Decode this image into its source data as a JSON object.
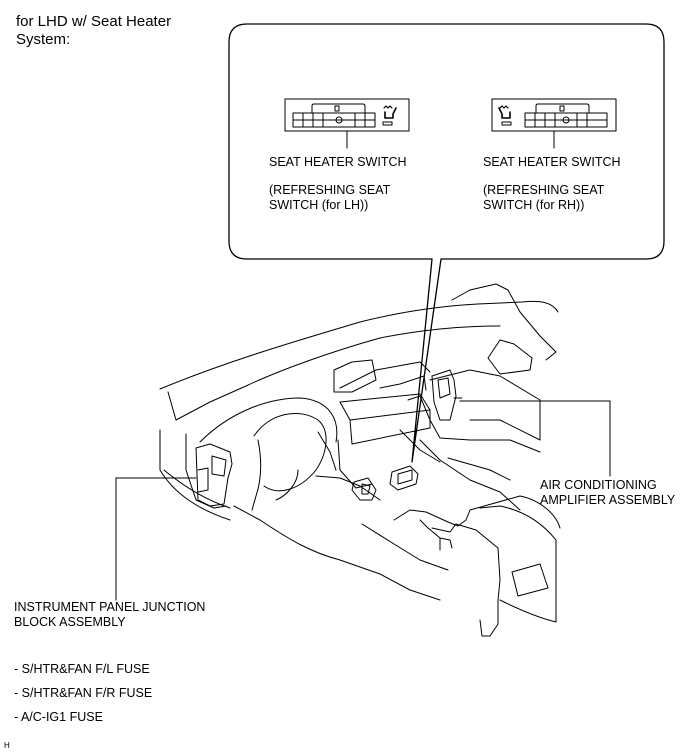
{
  "header": {
    "line1": "for LHD w/ Seat Heater",
    "line2": "System:"
  },
  "callout": {
    "left_switch": {
      "name": "SEAT HEATER SWITCH",
      "sub1": "(REFRESHING SEAT",
      "sub2": "SWITCH (for LH))"
    },
    "right_switch": {
      "name": "SEAT HEATER SWITCH",
      "sub1": "(REFRESHING SEAT",
      "sub2": "SWITCH (for RH))"
    }
  },
  "labels": {
    "ac_amp_1": "AIR CONDITIONING",
    "ac_amp_2": "AMPLIFIER ASSEMBLY",
    "ipjb_1": "INSTRUMENT PANEL JUNCTION",
    "ipjb_2": "BLOCK ASSEMBLY"
  },
  "fuses": [
    "- S/HTR&FAN F/L FUSE",
    "- S/HTR&FAN F/R FUSE",
    "- A/C-IG1 FUSE"
  ],
  "figure_tag": "H"
}
